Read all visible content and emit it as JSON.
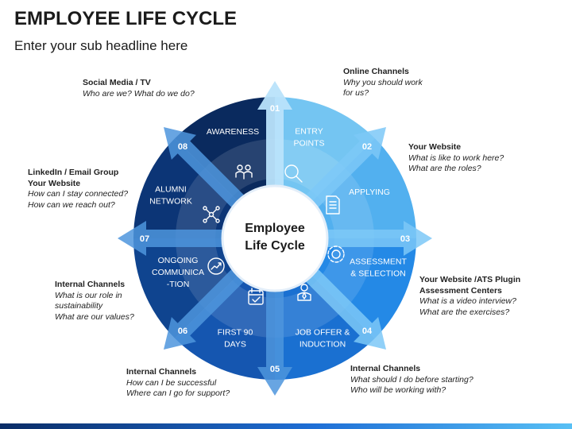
{
  "title": "EMPLOYEE LIFE CYCLE",
  "subtitle": "Enter your sub headline here",
  "center_label": [
    "Employee",
    "Life Cycle"
  ],
  "stages": [
    {
      "num": "01",
      "lines": [
        "AWARENESS"
      ],
      "color": "#74c5f2",
      "icon": "people-icon"
    },
    {
      "num": "02",
      "lines": [
        "ENTRY",
        "POINTS"
      ],
      "color": "#52b0ef",
      "icon": "magnifier-icon"
    },
    {
      "num": "03",
      "lines": [
        "APPLYING"
      ],
      "color": "#2489e6",
      "icon": "document-icon"
    },
    {
      "num": "04",
      "lines": [
        "ASSESSMENT",
        "& SELECTION"
      ],
      "color": "#1a70d1",
      "icon": "gear-icon"
    },
    {
      "num": "05",
      "lines": [
        "JOB OFFER &",
        "INDUCTION"
      ],
      "color": "#1556b0",
      "icon": "person-tie-icon"
    },
    {
      "num": "06",
      "lines": [
        "FIRST 90",
        "DAYS"
      ],
      "color": "#0f448f",
      "icon": "calendar-icon"
    },
    {
      "num": "07",
      "lines": [
        "ONGOING",
        "COMMUNICA",
        "-TION"
      ],
      "color": "#0c3576",
      "icon": "growth-chart-icon"
    },
    {
      "num": "08",
      "lines": [
        "ALUMNI",
        "NETWORK"
      ],
      "color": "#0a2a5e",
      "icon": "network-icon"
    }
  ],
  "notes": [
    {
      "head": [
        "Social Media / TV"
      ],
      "q": [
        "Who are we? What do we do?"
      ]
    },
    {
      "head": [
        "Online Channels"
      ],
      "q": [
        "Why you should work",
        "for us?"
      ]
    },
    {
      "head": [
        "Your Website"
      ],
      "q": [
        "What is like to work here?",
        "What are the roles?"
      ]
    },
    {
      "head": [
        "Your Website /ATS Plugin",
        "Assessment Centers"
      ],
      "q": [
        "What is a video interview?",
        "What are the exercises?"
      ]
    },
    {
      "head": [
        "Internal Channels"
      ],
      "q": [
        "What should I do before starting?",
        "Who will be working with?"
      ]
    },
    {
      "head": [
        "Internal Channels"
      ],
      "q": [
        " How can I be successful",
        "Where can I go for support?"
      ]
    },
    {
      "head": [
        "Internal Channels"
      ],
      "q": [
        "What is our role in",
        "sustainability",
        "What are our values?"
      ]
    },
    {
      "head": [
        "LinkedIn / Email Group",
        "Your Website"
      ],
      "q": [
        "How can I stay connected?",
        " How can we reach out?"
      ]
    }
  ]
}
